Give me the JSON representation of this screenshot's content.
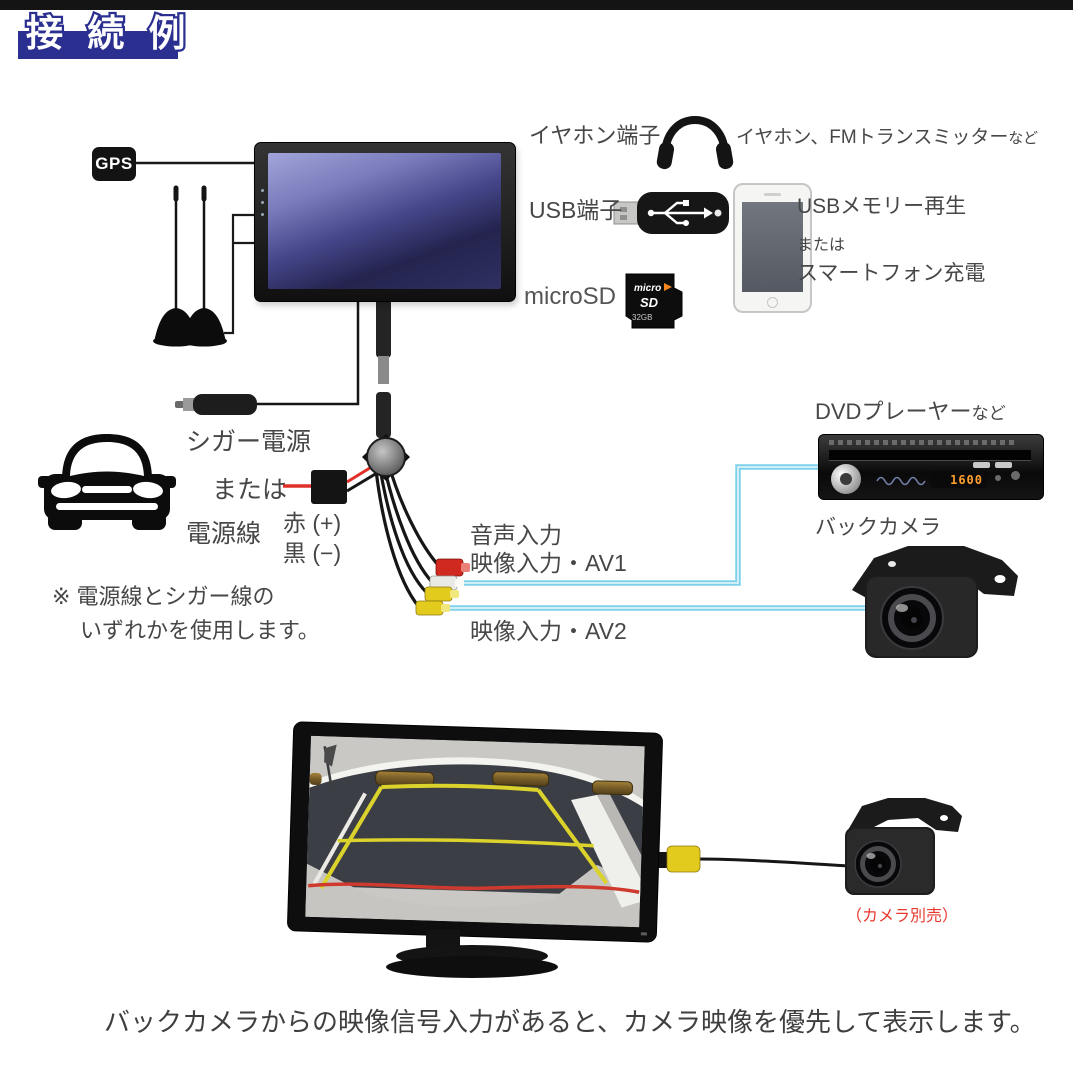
{
  "colors": {
    "banner_blue": "#2b2f90",
    "cable_cyan": "#7fd0ea",
    "wire_red": "#e03028",
    "rca_yellow": "#e2cb1d",
    "rca_red": "#cf2920",
    "note_red": "#e8392f",
    "line_black": "#1a1a1a"
  },
  "title": {
    "text": "接 続 例"
  },
  "top_monitor": {
    "gps_badge": "GPS"
  },
  "right_panel": {
    "earphone_label": "イヤホン端子",
    "earphone_devices": "イヤホン、FMトランスミッター",
    "earphone_devices_suffix": "など",
    "usb_label": "USB端子",
    "usb_usage1": "USBメモリー再生",
    "usb_or": "または",
    "usb_usage2": "スマートフォン充電",
    "microsd_label": "microSD",
    "card_brand": "micro",
    "card_sd": "SD",
    "card_capacity": "32GB"
  },
  "power_section": {
    "cigar_label": "シガー電源",
    "or_label": "または",
    "cable_label": "電源線",
    "red_wire": "赤 (+)",
    "black_wire": "黒 (−)",
    "note_line1": "※ 電源線とシガー線の",
    "note_line2": "いずれかを使用します。"
  },
  "av_section": {
    "audio_input": "音声入力",
    "video_input_av1": "映像入力・AV1",
    "video_input_av2": "映像入力・AV2",
    "dvd_label": "DVDプレーヤー",
    "dvd_label_suffix": "など",
    "dvd_display": "1600",
    "back_camera_label": "バックカメラ"
  },
  "bottom_section": {
    "camera_note": "（カメラ別売）",
    "caption": "バックカメラからの映像信号入力があると、カメラ映像を優先して表示します。"
  }
}
